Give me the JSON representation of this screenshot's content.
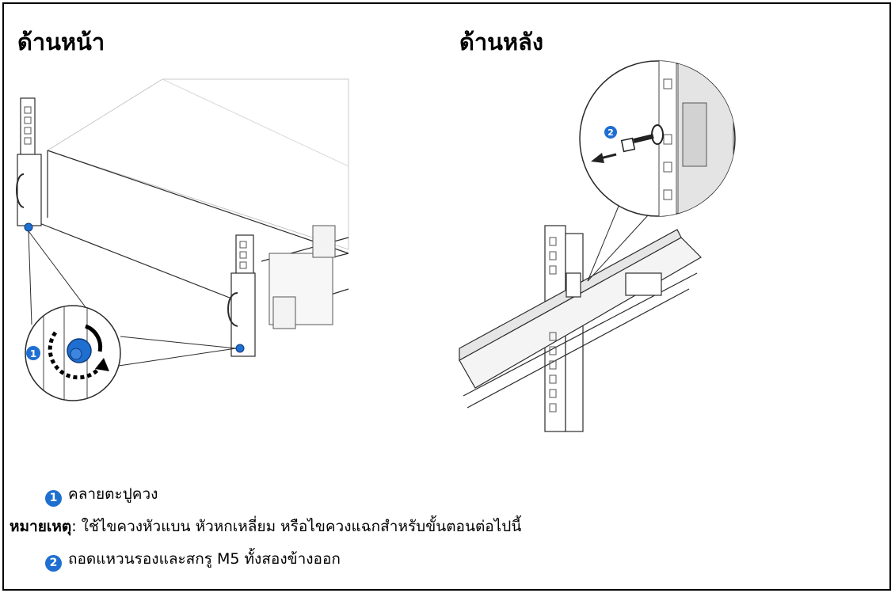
{
  "headings": {
    "front": "ด้านหน้า",
    "rear": "ด้านหลัง"
  },
  "callouts": {
    "front_step": "1",
    "rear_step": "2"
  },
  "steps": [
    {
      "number": "1",
      "text": "คลายตะปูควง"
    },
    {
      "number": "2",
      "text": "ถอดแหวนรองและสกรู M5 ทั้งสองข้างออก"
    }
  ],
  "note": {
    "label": "หมายเหตุ",
    "separator": ":",
    "text": " ใช้ไขควงหัวแบน หัวหกเหลี่ยม หรือไขควงแฉกสำหรับขั้นตอนต่อไปนี้"
  },
  "colors": {
    "accent": "#1f6fd1",
    "line": "#2b2b2b"
  }
}
